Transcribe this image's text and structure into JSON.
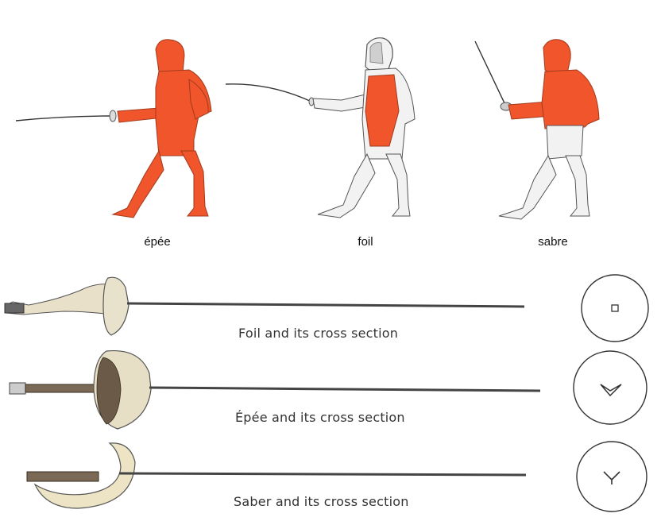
{
  "fencers": [
    {
      "label": "épée",
      "suit_color": "#f0552c"
    },
    {
      "label": "foil",
      "suit_color": "#f0552c"
    },
    {
      "label": "sabre",
      "suit_color": "#f0552c"
    }
  ],
  "weapons": [
    {
      "label": "Foil and its cross section",
      "cross_section": "square"
    },
    {
      "label": "Épée and its cross section",
      "cross_section": "triangle"
    },
    {
      "label": "Saber and its cross section",
      "cross_section": "y-shape"
    }
  ],
  "colors": {
    "accent": "#f0552c",
    "white_suit": "#f2f2f2",
    "outline": "#555555"
  }
}
